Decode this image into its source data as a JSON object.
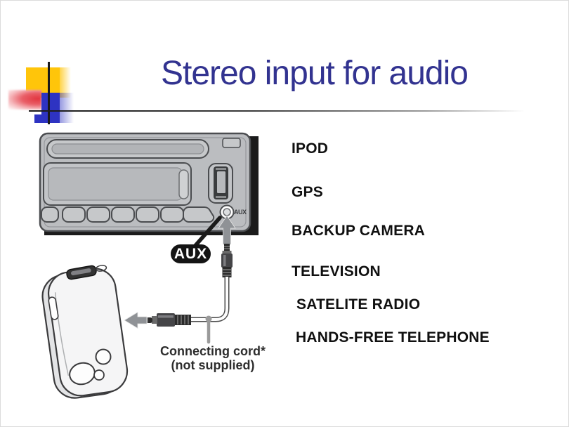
{
  "slide": {
    "title": "Stereo input for audio"
  },
  "colors": {
    "title_text": "#323390",
    "accent_yellow": "#ffc50a",
    "accent_red": "#e23640",
    "accent_blue": "#2e33c2",
    "list_text": "#101010",
    "stereo_body_gray": "#bbbdc0",
    "callout_bg": "#141414"
  },
  "diagram": {
    "aux_callout": "AUX",
    "aux_port_label": "AUX",
    "caption": {
      "line1": "Connecting cord*",
      "line2": "(not supplied)"
    }
  },
  "device_list": {
    "items": [
      {
        "label": "IPOD"
      },
      {
        "label": "GPS"
      },
      {
        "label": "BACKUP CAMERA"
      },
      {
        "label": "TELEVISION"
      },
      {
        "label": "SATELITE RADIO"
      },
      {
        "label": "HANDS-FREE TELEPHONE"
      }
    ]
  }
}
